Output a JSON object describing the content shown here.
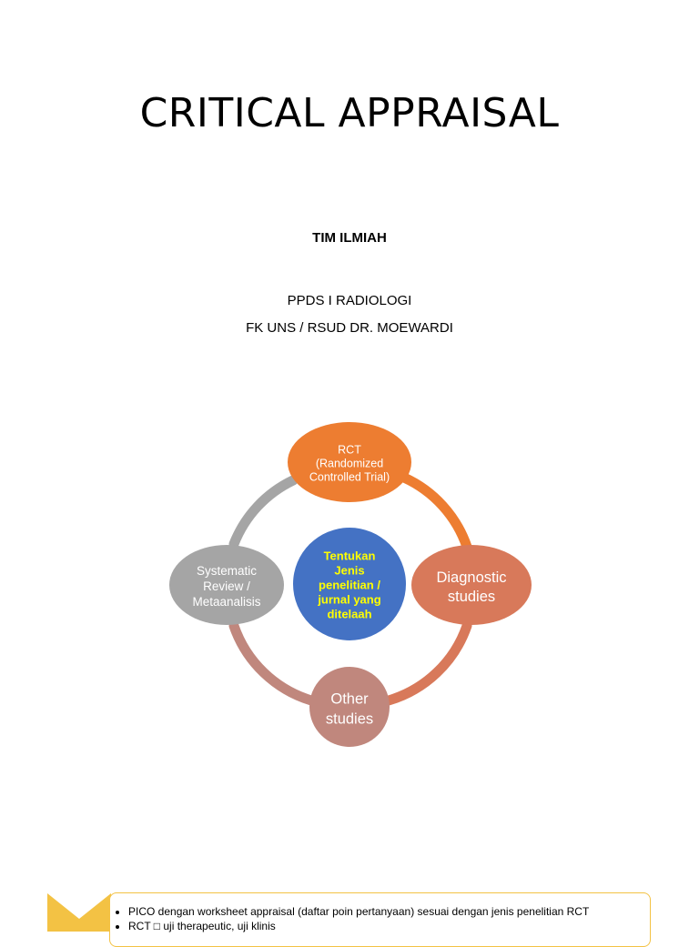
{
  "page": {
    "title": "CRITICAL APPRAISAL",
    "subtitle_bold": "TIM ILMIAH",
    "subtitle_line1": "PPDS I RADIOLOGI",
    "subtitle_line2": "FK UNS / RSUD DR. MOEWARDI"
  },
  "diagram": {
    "center": {
      "lines": [
        "Tentukan",
        "Jenis",
        "penelitian /",
        "jurnal yang",
        "ditelaah"
      ],
      "fill": "#4472c4",
      "text_color": "#ffff00"
    },
    "nodes": [
      {
        "id": "rct",
        "lines": [
          "RCT",
          "(Randomized",
          "Controlled Trial)"
        ],
        "fill": "#ed7d31"
      },
      {
        "id": "diagnostic",
        "lines": [
          "Diagnostic",
          "studies"
        ],
        "fill": "#d8795a"
      },
      {
        "id": "other",
        "lines": [
          "Other",
          "studies"
        ],
        "fill": "#c0877d"
      },
      {
        "id": "systematic",
        "lines": [
          "Systematic",
          "Review /",
          "Metaanalisis"
        ],
        "fill": "#a5a5a5"
      }
    ],
    "arc_colors": [
      "#ed7d31",
      "#d8795a",
      "#c0877d",
      "#a5a5a5"
    ]
  },
  "notes": {
    "accent": "#f3c244",
    "items": [
      "PICO dengan worksheet appraisal (daftar poin pertanyaan) sesuai dengan jenis penelitian RCT",
      "RCT □ uji therapeutic, uji klinis"
    ]
  }
}
